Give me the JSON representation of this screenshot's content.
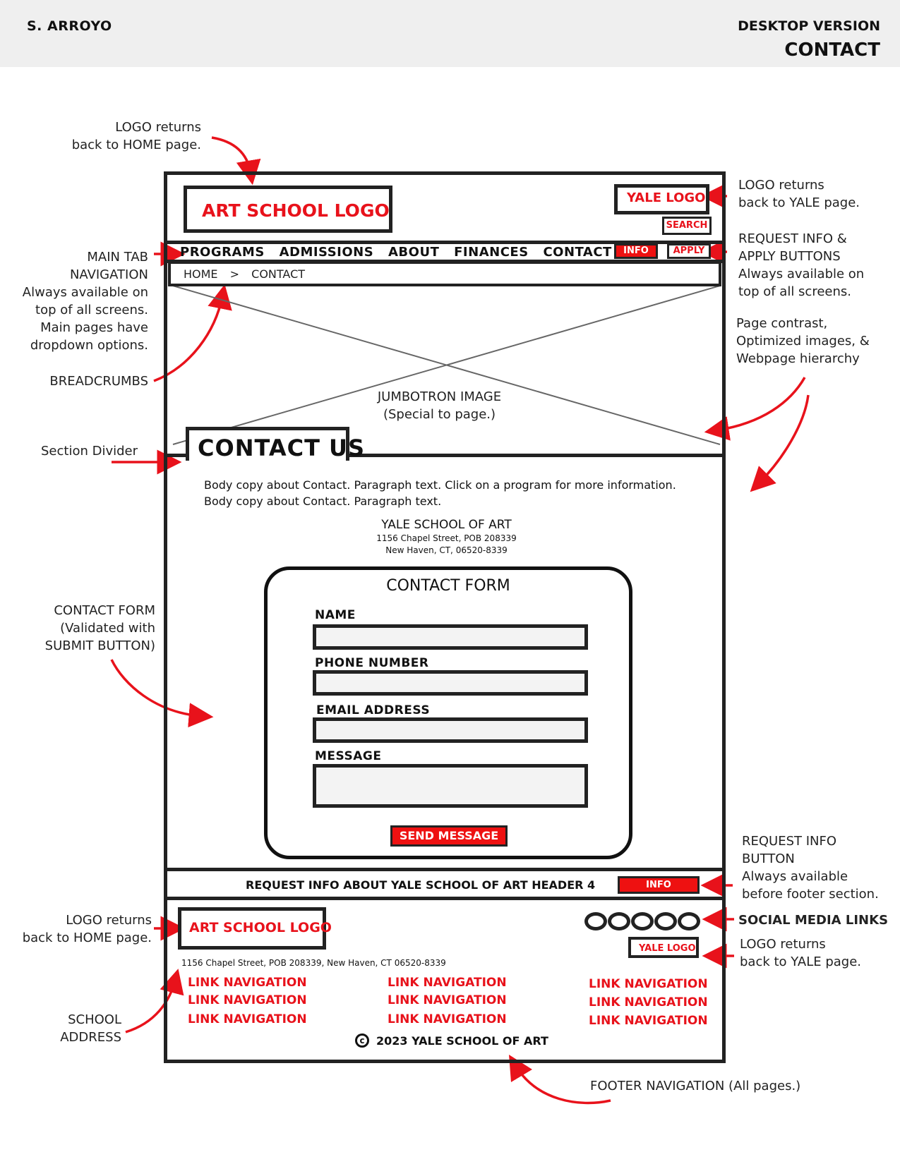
{
  "header": {
    "author": "S. ARROYO",
    "version": "DESKTOP VERSION",
    "page_name": "CONTACT"
  },
  "annotations": {
    "logo_home_top": "LOGO returns\nback to HOME page.",
    "logo_yale_top": "LOGO returns\nback to YALE page.",
    "main_nav": "MAIN TAB\nNAVIGATION\nAlways available on\ntop of all screens.\nMain pages have\ndropdown options.",
    "breadcrumbs": "BREADCRUMBS",
    "request_apply": "REQUEST INFO &\nAPPLY BUTTONS\nAlways available on\ntop of all screens.",
    "page_contrast": "Page contrast,\nOptimized images, &\nWebpage hierarchy",
    "section_divider": "Section Divider",
    "contact_form": "CONTACT FORM\n(Validated with\nSUBMIT BUTTON)",
    "request_info_button": "REQUEST INFO\nBUTTON\nAlways available\nbefore footer section.",
    "social_links": "SOCIAL MEDIA LINKS",
    "logo_home_footer": "LOGO returns\nback to HOME page.",
    "logo_yale_footer": "LOGO returns\nback to YALE page.",
    "school_address": "SCHOOL\nADDRESS",
    "footer_nav": "FOOTER NAVIGATION (All pages.)"
  },
  "site": {
    "logo": "ART SCHOOL LOGO",
    "yale_logo": "YALE LOGO",
    "search": "SEARCH",
    "nav": [
      "PROGRAMS",
      "ADMISSIONS",
      "ABOUT",
      "FINANCES",
      "CONTACT"
    ],
    "info_btn": "INFO",
    "apply_btn": "APPLY",
    "breadcrumbs": [
      "HOME",
      ">",
      "CONTACT"
    ],
    "jumbotron": "JUMBOTRON IMAGE\n(Special to page.)",
    "section_title": "CONTACT US",
    "body_copy": "Body copy about Contact. Paragraph text. Click on a program for more information.\nBody copy about Contact. Paragraph text.",
    "school_name": "YALE SCHOOL OF ART",
    "address_line1": "1156 Chapel Street, POB 208339",
    "address_line2": "New Haven, CT, 06520-8339"
  },
  "form": {
    "title": "CONTACT FORM",
    "name_label": "NAME",
    "phone_label": "PHONE NUMBER",
    "email_label": "EMAIL ADDRESS",
    "message_label": "MESSAGE",
    "submit": "SEND MESSAGE"
  },
  "request_bar": {
    "text": "REQUEST INFO ABOUT YALE SCHOOL OF ART HEADER 4",
    "button": "INFO"
  },
  "footer": {
    "logo": "ART SCHOOL LOGO",
    "yale_logo": "YALE LOGO",
    "address": "1156 Chapel Street, POB 208339, New Haven, CT 06520-8339",
    "link_label": "LINK NAVIGATION",
    "copyright_symbol": "c",
    "copyright": "2023 YALE SCHOOL OF ART"
  },
  "colors": {
    "accent": "#e8121b",
    "line": "#222222",
    "topbar": "#efefef"
  }
}
